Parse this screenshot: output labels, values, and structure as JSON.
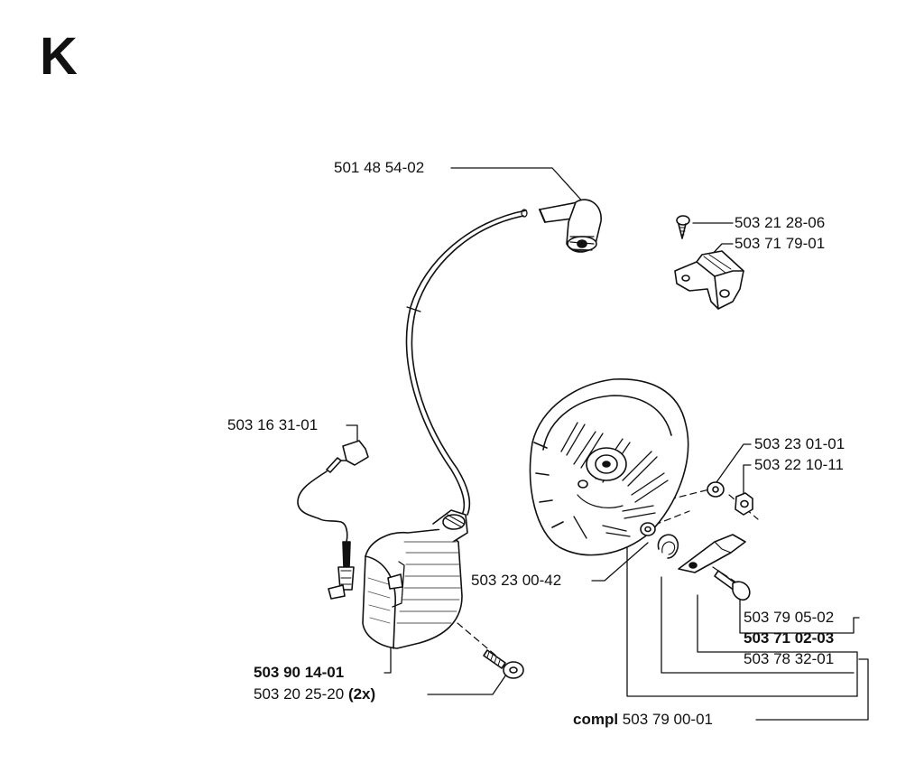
{
  "section_letter": "K",
  "parts": {
    "spark_plug_cap": "501 48 54-02",
    "bracket_screw": "503 21 28-06",
    "coil_bracket": "503 71 79-01",
    "stop_wire": "503 16 31-01",
    "washer": "503 23 01-01",
    "nut": "503 22 10-11",
    "flywheel_washer": "503 23 00-42",
    "pawl_pin": "503 79 05-02",
    "pawl": "503 71 02-03",
    "spring": "503 78 32-01",
    "ignition_module": "503 90 14-01",
    "module_screw": "503 20 25-20",
    "module_screw_qty": "(2x)",
    "compl_prefix": "compl",
    "complete_flywheel": "503 79 00-01"
  }
}
